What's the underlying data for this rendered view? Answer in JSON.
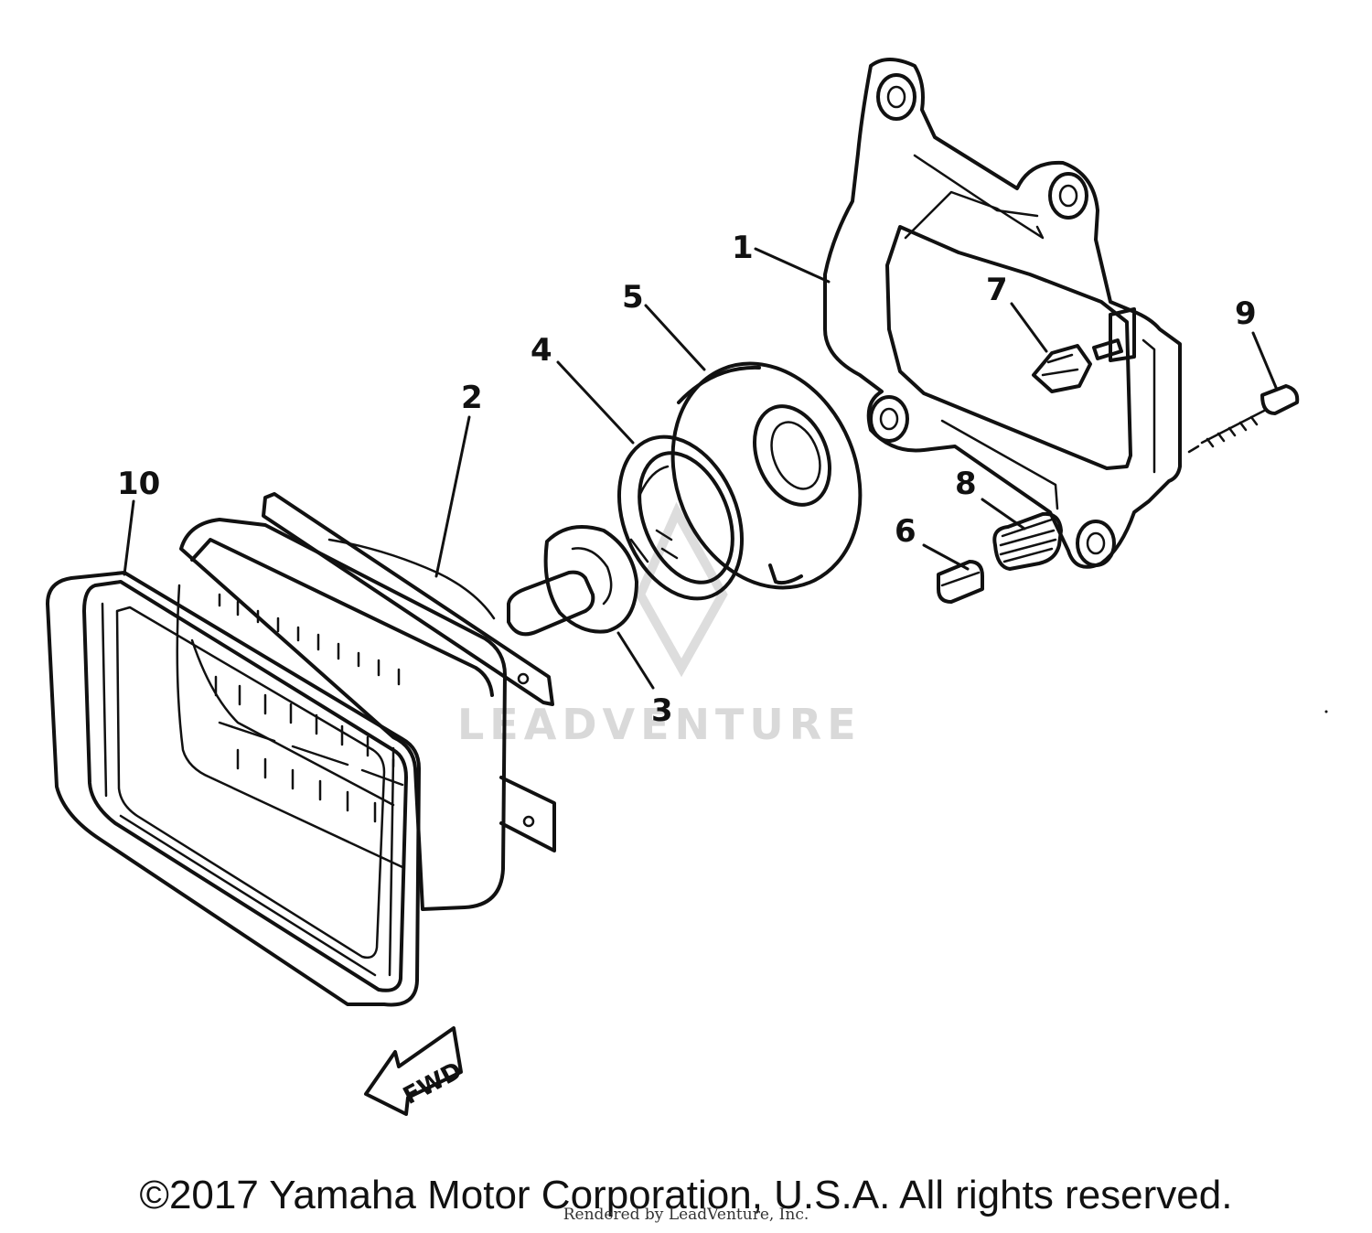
{
  "callouts": {
    "c1": "1",
    "c2": "2",
    "c3": "3",
    "c4": "4",
    "c5": "5",
    "c6": "6",
    "c7": "7",
    "c8": "8",
    "c9": "9",
    "c10": "10"
  },
  "direction_label": "FWD",
  "watermark": "LEADVENTURE",
  "copyright": "©2017 Yamaha Motor Corporation, U.S.A. All rights reserved.",
  "rendered_by": "Rendered by LeadVenture, Inc.",
  "colors": {
    "ink": "#111111",
    "watermark": "#d9d9d9",
    "background": "#ffffff"
  }
}
